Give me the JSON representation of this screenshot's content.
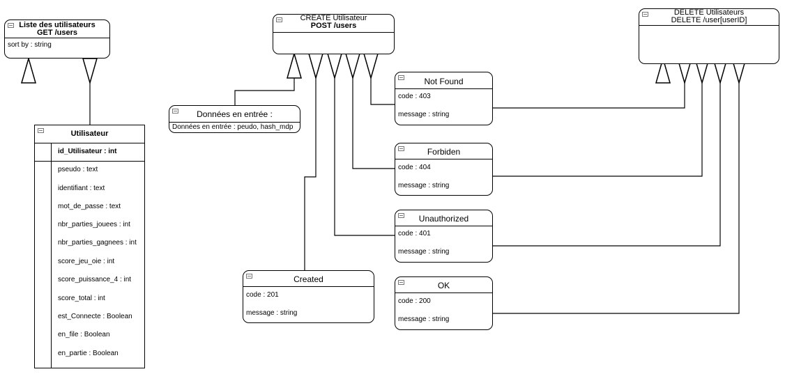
{
  "list_users": {
    "title": "Liste des utilisateurs",
    "route": "GET /users",
    "attribute": "sort by : string"
  },
  "utilisateur": {
    "title": "Utilisateur",
    "fields": [
      "id_Utilisateur : int",
      "pseudo : text",
      "identifiant : text",
      "mot_de_passe : text",
      "nbr_parties_jouees : int",
      "nbr_parties_gagnees : int",
      "score_jeu_oie : int",
      "score_puissance_4 : int",
      "score_total : int",
      "est_Connecte : Boolean",
      "en_file : Boolean",
      "en_partie : Boolean"
    ]
  },
  "create_user": {
    "title": "CREATE Utilisateur",
    "route": "POST /users"
  },
  "delete_users": {
    "title": "DELETE Utilisateurs",
    "route": "DELETE /user[userID]"
  },
  "input_data": {
    "title": "Données en entrée :",
    "attribute": "Données en entrée : peudo, hash_mdp"
  },
  "created": {
    "title": "Created",
    "code": "code : 201",
    "message": "message : string"
  },
  "not_found": {
    "title": "Not Found",
    "code": "code : 403",
    "message": "message : string"
  },
  "forbiden": {
    "title": "Forbiden",
    "code": "code : 404",
    "message": "message : string"
  },
  "unauthorized": {
    "title": "Unauthorized",
    "code": "code : 401",
    "message": "message : string"
  },
  "ok": {
    "title": "OK",
    "code": "code : 200",
    "message": "message : string"
  }
}
